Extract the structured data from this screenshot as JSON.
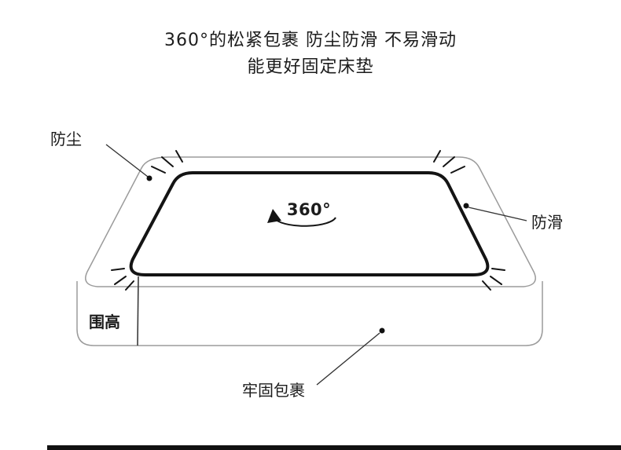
{
  "title": {
    "line1": "360°的松紧包裹 防尘防滑 不易滑动",
    "line2": "能更好固定床垫"
  },
  "diagram": {
    "label_dustproof": "防尘",
    "label_antislip": "防滑",
    "label_rotation": "360°",
    "label_side_height": "围高",
    "label_firm_wrap": "牢固包裹"
  },
  "colors": {
    "text": "#1c1c1c",
    "mattress_outline": "#9b9b9b",
    "sheet_outline": "#141414",
    "connector_line": "#333333",
    "bottom_bar": "#111111"
  }
}
